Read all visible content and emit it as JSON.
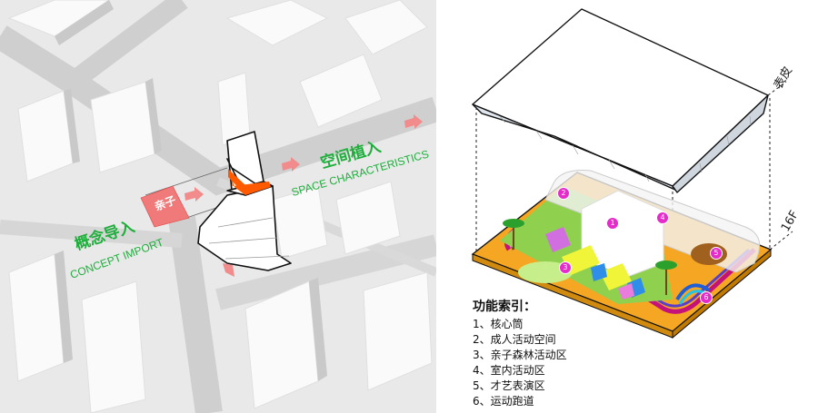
{
  "left_panel": {
    "logo_text": "亲子",
    "concept": {
      "cn": "概念导入",
      "en": "CONCEPT IMPORT"
    },
    "space": {
      "cn": "空间植入",
      "en": "SPACE CHARACTERISTICS"
    }
  },
  "right_panel": {
    "skin_label": "表皮",
    "floor_label": "16F",
    "markers": [
      "1",
      "2",
      "3",
      "4",
      "5",
      "6"
    ]
  },
  "legend": {
    "title": "功能索引：",
    "items": [
      "1、核心筒",
      "2、成人活动空间",
      "3、亲子森林活动区",
      "4、室内活动区",
      "5、才艺表演区",
      "6、运动跑道"
    ]
  },
  "colors": {
    "green_text": "#1fae3c",
    "accent_orange": "#ff5a00",
    "arrow_pink": "#f08080",
    "marker_magenta": "#e52bc9",
    "floor_orange": "#f5a623"
  }
}
